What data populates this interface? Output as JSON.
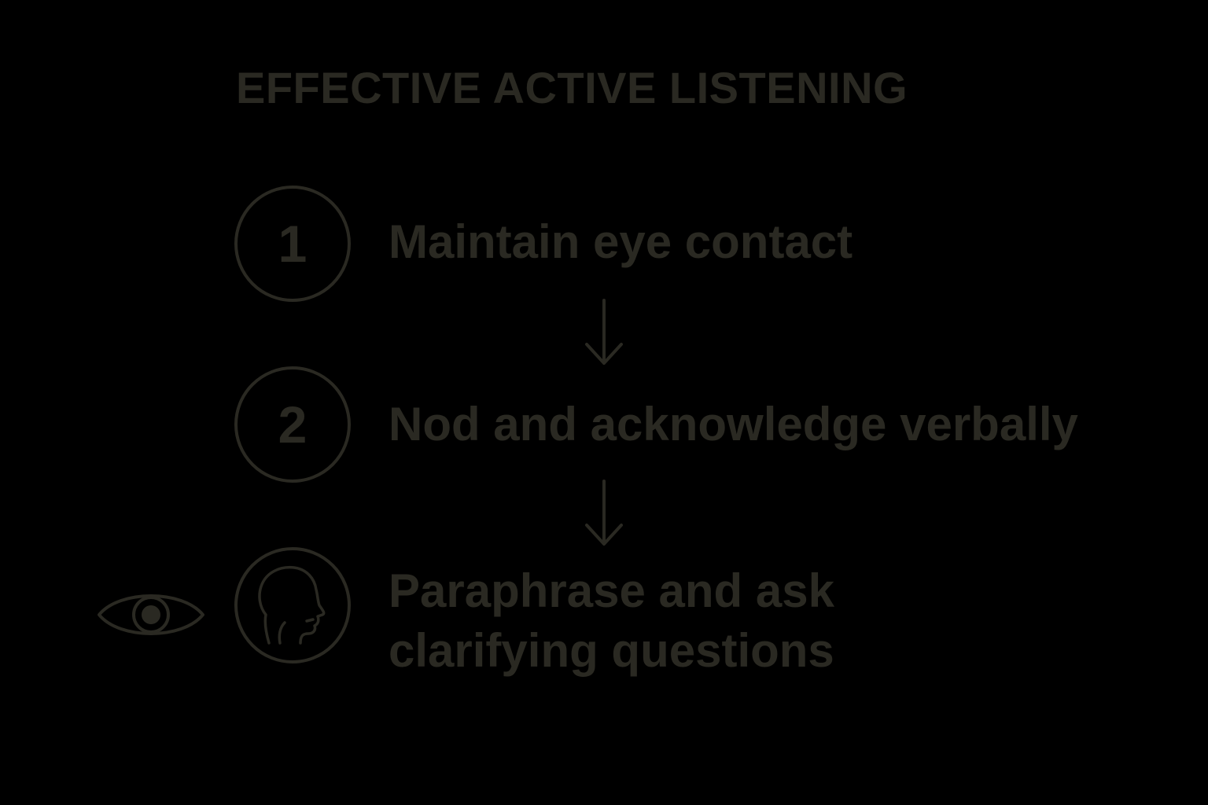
{
  "title": "EFFECTIVE ACTIVE LISTENING",
  "colors": {
    "background": "#000000",
    "ink": "#2a2922"
  },
  "steps": [
    {
      "number": "1",
      "label": "Maintain eye contact"
    },
    {
      "number": "2",
      "label": "Nod and acknowledge verbally"
    },
    {
      "icon": "head-profile-icon",
      "label_lines": [
        "Paraphrase and ask",
        "clarifying questions"
      ]
    }
  ],
  "side_icon": "eye-icon",
  "connector_icon": "arrow-down-icon"
}
